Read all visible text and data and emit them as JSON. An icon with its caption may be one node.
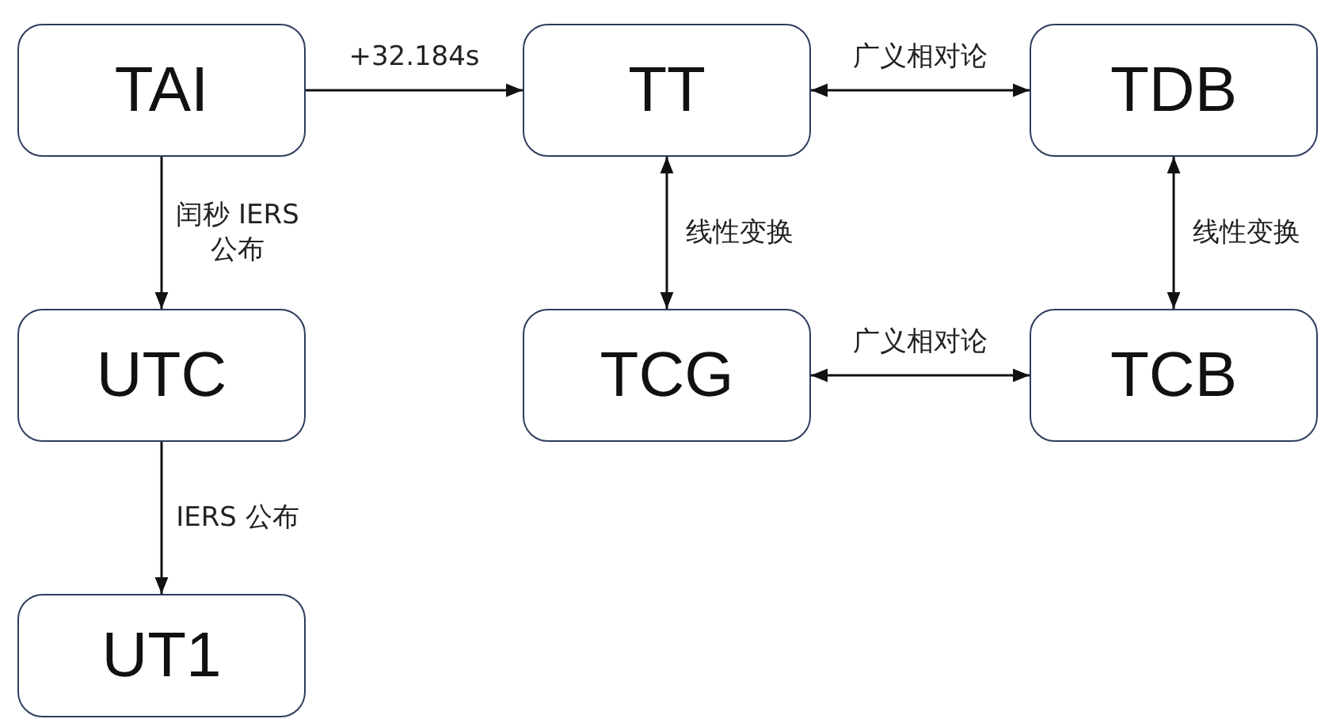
{
  "diagram": {
    "nodes": [
      {
        "text": [
          "TAI"
        ]
      },
      {
        "text": [
          "TT"
        ]
      },
      {
        "text": [
          "TDB"
        ]
      },
      {
        "text": [
          "UTC"
        ]
      },
      {
        "text": [
          "TCG"
        ]
      },
      {
        "text": [
          "TCB"
        ]
      },
      {
        "text": [
          "UT1"
        ]
      }
    ],
    "edges": [
      {
        "from": 0,
        "to": 1,
        "arrow": "to",
        "label": "+32.184s"
      },
      {
        "from": 1,
        "to": 2,
        "arrow": "both",
        "label": "广义相对论"
      },
      {
        "from": 0,
        "to": 3,
        "arrow": "to",
        "label": "闰秒 IERS 公布"
      },
      {
        "from": 1,
        "to": 4,
        "arrow": "both",
        "label": "线性变换"
      },
      {
        "from": 2,
        "to": 5,
        "arrow": "both",
        "label": "线性变换"
      },
      {
        "from": 4,
        "to": 5,
        "arrow": "both",
        "label": "广义相对论"
      },
      {
        "from": 3,
        "to": 6,
        "arrow": "to",
        "label": "IERS 公布"
      }
    ]
  }
}
